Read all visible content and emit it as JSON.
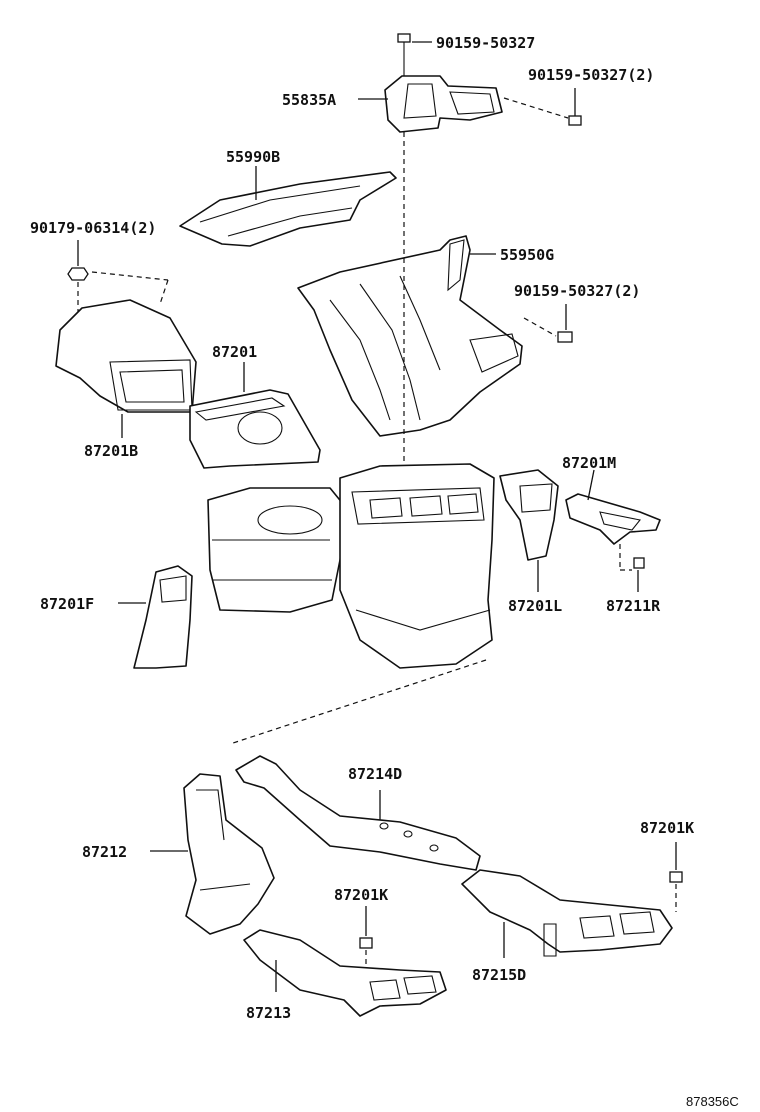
{
  "diagram": {
    "labels": {
      "bolt_top": "90159-50327",
      "duct_55835a": "55835A",
      "bolt_top_right": "90159-50327(2)",
      "duct_55990b": "55990B",
      "nut_90179": "90179-06314(2)",
      "duct_55950g": "55950G",
      "bolt_mid_right": "90159-50327(2)",
      "duct_87201": "87201",
      "duct_87201b": "87201B",
      "duct_87201m": "87201M",
      "duct_87201f": "87201F",
      "duct_87201l": "87201L",
      "screw_87211r": "87211R",
      "duct_87214d": "87214D",
      "screw_87201k_right": "87201K",
      "duct_87212": "87212",
      "screw_87201k_mid": "87201K",
      "duct_87215d": "87215D",
      "duct_87213": "87213"
    },
    "reference_code": "878356C"
  }
}
